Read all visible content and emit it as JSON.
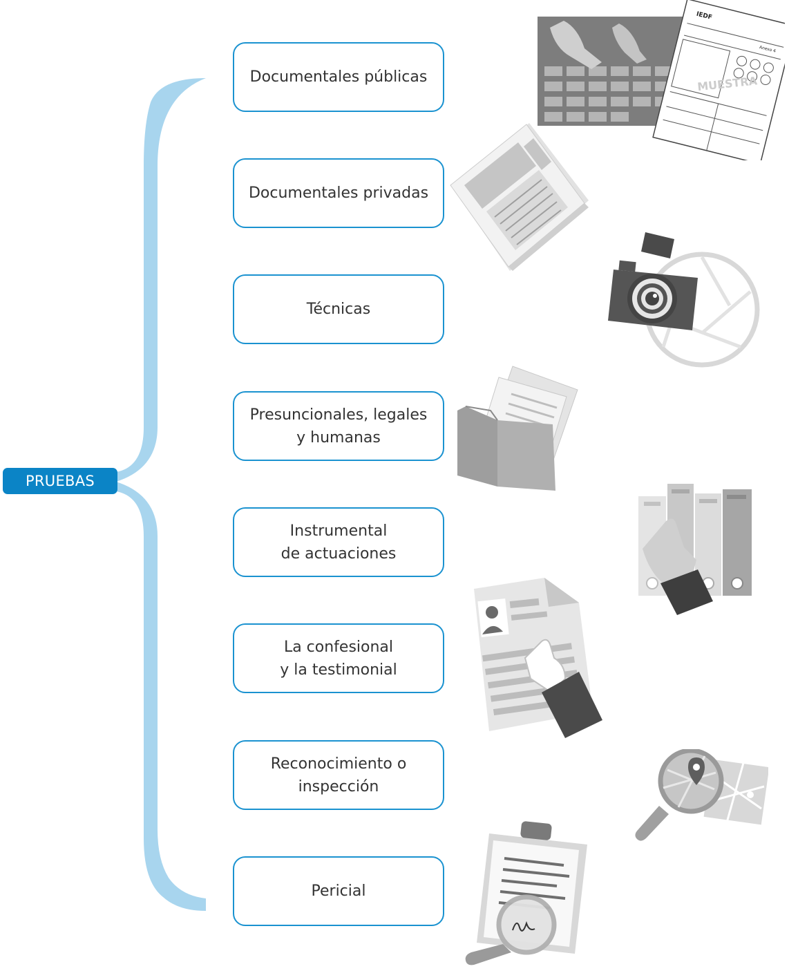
{
  "root": {
    "label": "PRUEBAS"
  },
  "nodes": [
    {
      "id": "publicas",
      "label": "Documentales públicas",
      "icon": "voter-list-and-ballot-icon"
    },
    {
      "id": "privadas",
      "label": "Documentales privadas",
      "icon": "newspaper-icon"
    },
    {
      "id": "tecnicas",
      "label": "Técnicas",
      "icon": "camera-icon"
    },
    {
      "id": "presuncionales",
      "label": "Presuncionales, legales\ny humanas",
      "icon": "folder-documents-icon"
    },
    {
      "id": "instrumental",
      "label": "Instrumental\nde actuaciones",
      "icon": "binders-icon"
    },
    {
      "id": "confesional",
      "label": "La confesional\ny la testimonial",
      "icon": "resume-pointing-hand-icon"
    },
    {
      "id": "reconocimiento",
      "label": "Reconocimiento o\ninspección",
      "icon": "map-magnifier-icon"
    },
    {
      "id": "pericial",
      "label": "Pericial",
      "icon": "clipboard-magnifier-icon"
    }
  ],
  "ballot": {
    "logo_text": "IEDF",
    "annex_text": "Anexo 4",
    "watermark": "MUESTRA"
  },
  "colors": {
    "brace": "#a8d5ee",
    "node_border": "#1a92d0",
    "root_fill": "#0b84c6",
    "icon_gray": "#9a9a9a"
  }
}
